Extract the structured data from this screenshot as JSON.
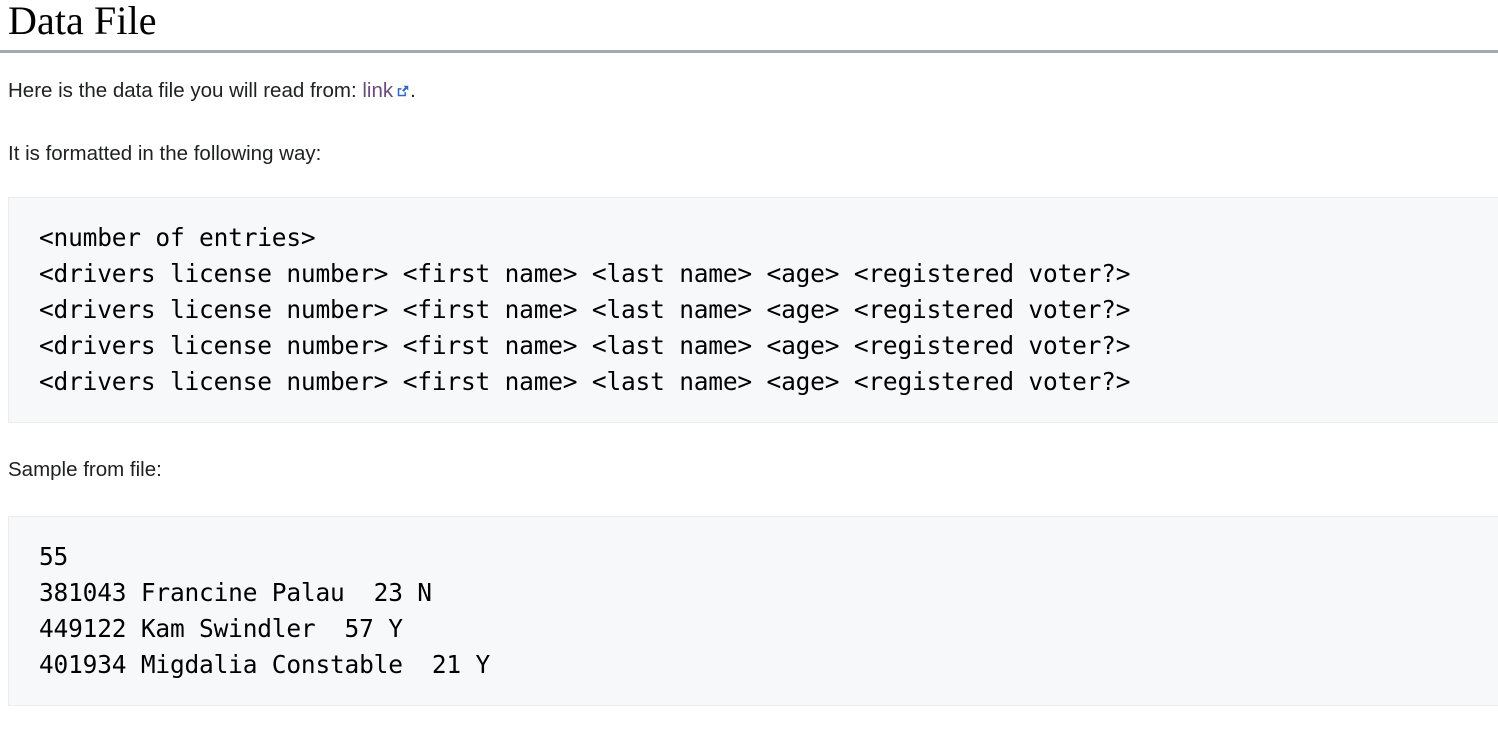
{
  "page": {
    "title": "Data File"
  },
  "intro": {
    "before_link": "Here is the data file you will read from: ",
    "link_label": "link",
    "link_icon": "external-link-icon",
    "after_link": "."
  },
  "format_intro": {
    "text": "It is formatted in the following way:"
  },
  "format_block": {
    "lines": [
      "<number of entries>",
      "<drivers license number> <first name> <last name> <age> <registered voter?>",
      "<drivers license number> <first name> <last name> <age> <registered voter?>",
      "<drivers license number> <first name> <last name> <age> <registered voter?>",
      "<drivers license number> <first name> <last name> <age> <registered voter?>"
    ],
    "text": "<number of entries>\n<drivers license number> <first name> <last name> <age> <registered voter?>\n<drivers license number> <first name> <last name> <age> <registered voter?>\n<drivers license number> <first name> <last name> <age> <registered voter?>\n<drivers license number> <first name> <last name> <age> <registered voter?>"
  },
  "sample_intro": {
    "text": "Sample from file:"
  },
  "sample_block": {
    "entry_count": "55",
    "records": [
      {
        "license": "381043",
        "first_name": "Francine",
        "last_name": "Palau",
        "age": "23",
        "registered_voter": "N"
      },
      {
        "license": "449122",
        "first_name": "Kam",
        "last_name": "Swindler",
        "age": "57",
        "registered_voter": "Y"
      },
      {
        "license": "401934",
        "first_name": "Migdalia",
        "last_name": "Constable",
        "age": "21",
        "registered_voter": "Y"
      }
    ],
    "lines": [
      "55",
      "381043 Francine Palau  23 N",
      "449122 Kam Swindler  57 Y",
      "401934 Migdalia Constable  21 Y"
    ],
    "text": "55\n381043 Francine Palau  23 N\n449122 Kam Swindler  57 Y\n401934 Migdalia Constable  21 Y"
  },
  "colors": {
    "text": "#202122",
    "link_visited": "#6b4a7a",
    "link_icon": "#3366cc",
    "rule": "#a2a9b1",
    "code_background": "#f7f8fa",
    "code_border": "#eaecf0"
  }
}
